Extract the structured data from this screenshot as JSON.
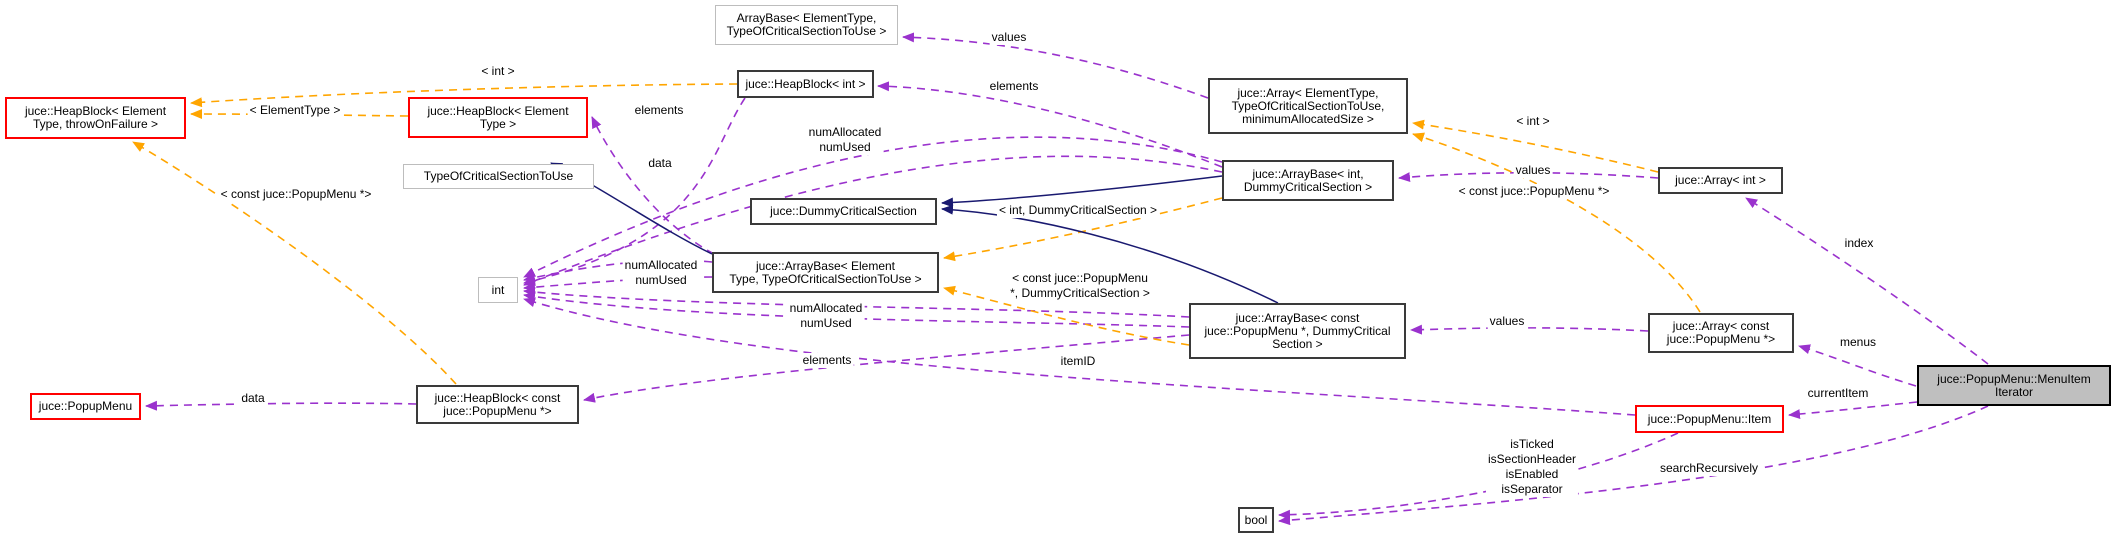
{
  "diagram": {
    "kind": "doxygen-collaboration-graph",
    "colors": {
      "member_edge": "#9a32cd",
      "template_edge": "#ffa500",
      "inheritance_edge": "#191970",
      "red_box_border": "#ff0000",
      "black_box_border": "#3a3a3a",
      "gray_box_border": "#bdbdbd",
      "main_box_fill": "#bfbfbf",
      "background": "#ffffff"
    },
    "nodes": [
      {
        "id": "ab_tmpl_gray",
        "label": "ArrayBase< ElementType,\nTypeOfCriticalSectionToUse >"
      },
      {
        "id": "hb_int",
        "label": "juce::HeapBlock< int >"
      },
      {
        "id": "hb_tmpl",
        "label": "juce::HeapBlock< Element\nType, throwOnFailure >"
      },
      {
        "id": "hb_elem",
        "label": "juce::HeapBlock< Element\nType >"
      },
      {
        "id": "toctu",
        "label": "TypeOfCriticalSectionToUse"
      },
      {
        "id": "dcs",
        "label": "juce::DummyCriticalSection"
      },
      {
        "id": "ab_tmpl",
        "label": "juce::ArrayBase< Element\nType, TypeOfCriticalSectionToUse >"
      },
      {
        "id": "arr_tmpl",
        "label": "juce::Array< ElementType,\nTypeOfCriticalSectionToUse,\nminimumAllocatedSize >"
      },
      {
        "id": "ab_int",
        "label": "juce::ArrayBase< int,\nDummyCriticalSection >"
      },
      {
        "id": "arr_int",
        "label": "juce::Array< int >"
      },
      {
        "id": "ab_pm",
        "label": "juce::ArrayBase< const\njuce::PopupMenu *, DummyCritical\nSection >"
      },
      {
        "id": "arr_pm",
        "label": "juce::Array< const\njuce::PopupMenu *>"
      },
      {
        "id": "iterator",
        "label": "juce::PopupMenu::MenuItem\nIterator"
      },
      {
        "id": "item",
        "label": "juce::PopupMenu::Item"
      },
      {
        "id": "bool",
        "label": "bool"
      },
      {
        "id": "int",
        "label": "int"
      },
      {
        "id": "popupmenu",
        "label": "juce::PopupMenu"
      },
      {
        "id": "hb_pm",
        "label": "juce::HeapBlock< const\njuce::PopupMenu *>"
      }
    ],
    "edge_labels": [
      {
        "text": "values"
      },
      {
        "text": "elements"
      },
      {
        "text": "< int >"
      },
      {
        "text": "< ElementType >"
      },
      {
        "text": "elements"
      },
      {
        "text": "data"
      },
      {
        "text": "numAllocated\nnumUsed"
      },
      {
        "text": "< int, DummyCriticalSection >"
      },
      {
        "text": "< const juce::PopupMenu\n*, DummyCriticalSection >"
      },
      {
        "text": "numAllocated\nnumUsed"
      },
      {
        "text": "numAllocated\nnumUsed"
      },
      {
        "text": "elements"
      },
      {
        "text": "itemID"
      },
      {
        "text": "values"
      },
      {
        "text": "< int >"
      },
      {
        "text": "values"
      },
      {
        "text": "< const juce::PopupMenu *>"
      },
      {
        "text": "index"
      },
      {
        "text": "menus"
      },
      {
        "text": "currentItem"
      },
      {
        "text": "isTicked\nisSectionHeader\nisEnabled\nisSeparator"
      },
      {
        "text": "searchRecursively"
      },
      {
        "text": "data"
      },
      {
        "text": "< const juce::PopupMenu *>"
      }
    ],
    "edges": [
      {
        "from": "arr_tmpl",
        "to": "ab_tmpl_gray",
        "label": "values",
        "kind": "member"
      },
      {
        "from": "ab_int",
        "to": "hb_int",
        "label": "elements",
        "kind": "member"
      },
      {
        "from": "ab_tmpl",
        "to": "hb_elem",
        "label": "elements",
        "kind": "member"
      },
      {
        "from": "hb_int",
        "to": "int",
        "label": "data",
        "kind": "member"
      },
      {
        "from": "ab_int",
        "to": "int",
        "label": "numAllocated\nnumUsed",
        "kind": "member"
      },
      {
        "from": "ab_tmpl",
        "to": "int",
        "label": "numAllocated\nnumUsed",
        "kind": "member"
      },
      {
        "from": "ab_pm",
        "to": "int",
        "label": "numAllocated\nnumUsed",
        "kind": "member"
      },
      {
        "from": "item",
        "to": "int",
        "label": "itemID",
        "kind": "member"
      },
      {
        "from": "ab_pm",
        "to": "hb_pm",
        "label": "elements",
        "kind": "member"
      },
      {
        "from": "arr_pm",
        "to": "ab_pm",
        "label": "values",
        "kind": "member"
      },
      {
        "from": "arr_int",
        "to": "ab_int",
        "label": "values",
        "kind": "member"
      },
      {
        "from": "iterator",
        "to": "arr_int",
        "label": "index",
        "kind": "member"
      },
      {
        "from": "iterator",
        "to": "arr_pm",
        "label": "menus",
        "kind": "member"
      },
      {
        "from": "iterator",
        "to": "item",
        "label": "currentItem",
        "kind": "member"
      },
      {
        "from": "iterator",
        "to": "bool",
        "label": "searchRecursively",
        "kind": "member"
      },
      {
        "from": "item",
        "to": "bool",
        "label": "isTicked\nisSectionHeader\nisEnabled\nisSeparator",
        "kind": "member"
      },
      {
        "from": "hb_pm",
        "to": "popupmenu",
        "label": "data",
        "kind": "member"
      },
      {
        "from": "hb_int",
        "to": "hb_tmpl",
        "label": "< int >",
        "kind": "template-instance"
      },
      {
        "from": "hb_elem",
        "to": "hb_tmpl",
        "label": "< ElementType >",
        "kind": "template-instance"
      },
      {
        "from": "hb_pm",
        "to": "hb_tmpl",
        "label": "< const juce::PopupMenu *>",
        "kind": "template-instance"
      },
      {
        "from": "ab_int",
        "to": "ab_tmpl",
        "label": "< int, DummyCriticalSection >",
        "kind": "template-instance"
      },
      {
        "from": "ab_pm",
        "to": "ab_tmpl",
        "label": "< const juce::PopupMenu *, DummyCriticalSection >",
        "kind": "template-instance"
      },
      {
        "from": "arr_int",
        "to": "arr_tmpl",
        "label": "< int >",
        "kind": "template-instance"
      },
      {
        "from": "arr_pm",
        "to": "arr_tmpl",
        "label": "< const juce::PopupMenu *>",
        "kind": "template-instance"
      },
      {
        "from": "ab_tmpl",
        "to": "toctu",
        "label": "",
        "kind": "inheritance"
      },
      {
        "from": "ab_int",
        "to": "dcs",
        "label": "",
        "kind": "inheritance"
      },
      {
        "from": "ab_pm",
        "to": "dcs",
        "label": "",
        "kind": "inheritance"
      }
    ]
  }
}
